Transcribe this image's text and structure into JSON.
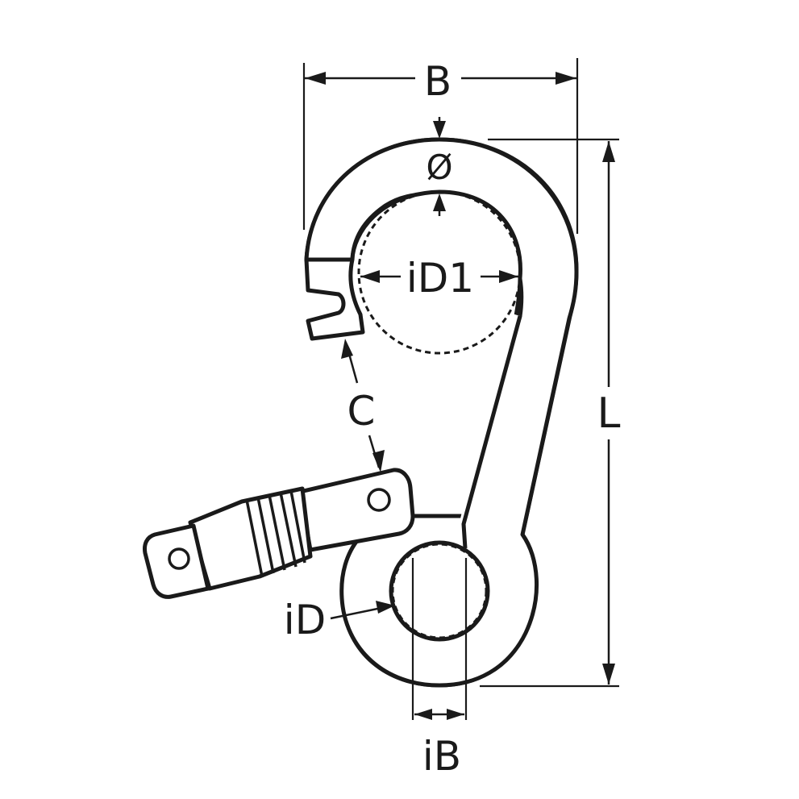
{
  "labels": {
    "B": "B",
    "dia": "Ø",
    "iD1": "iD1",
    "C": "C",
    "L": "L",
    "iD": "iD",
    "iB": "iB"
  },
  "colors": {
    "line": "#1a1a1a",
    "background": "#ffffff"
  }
}
